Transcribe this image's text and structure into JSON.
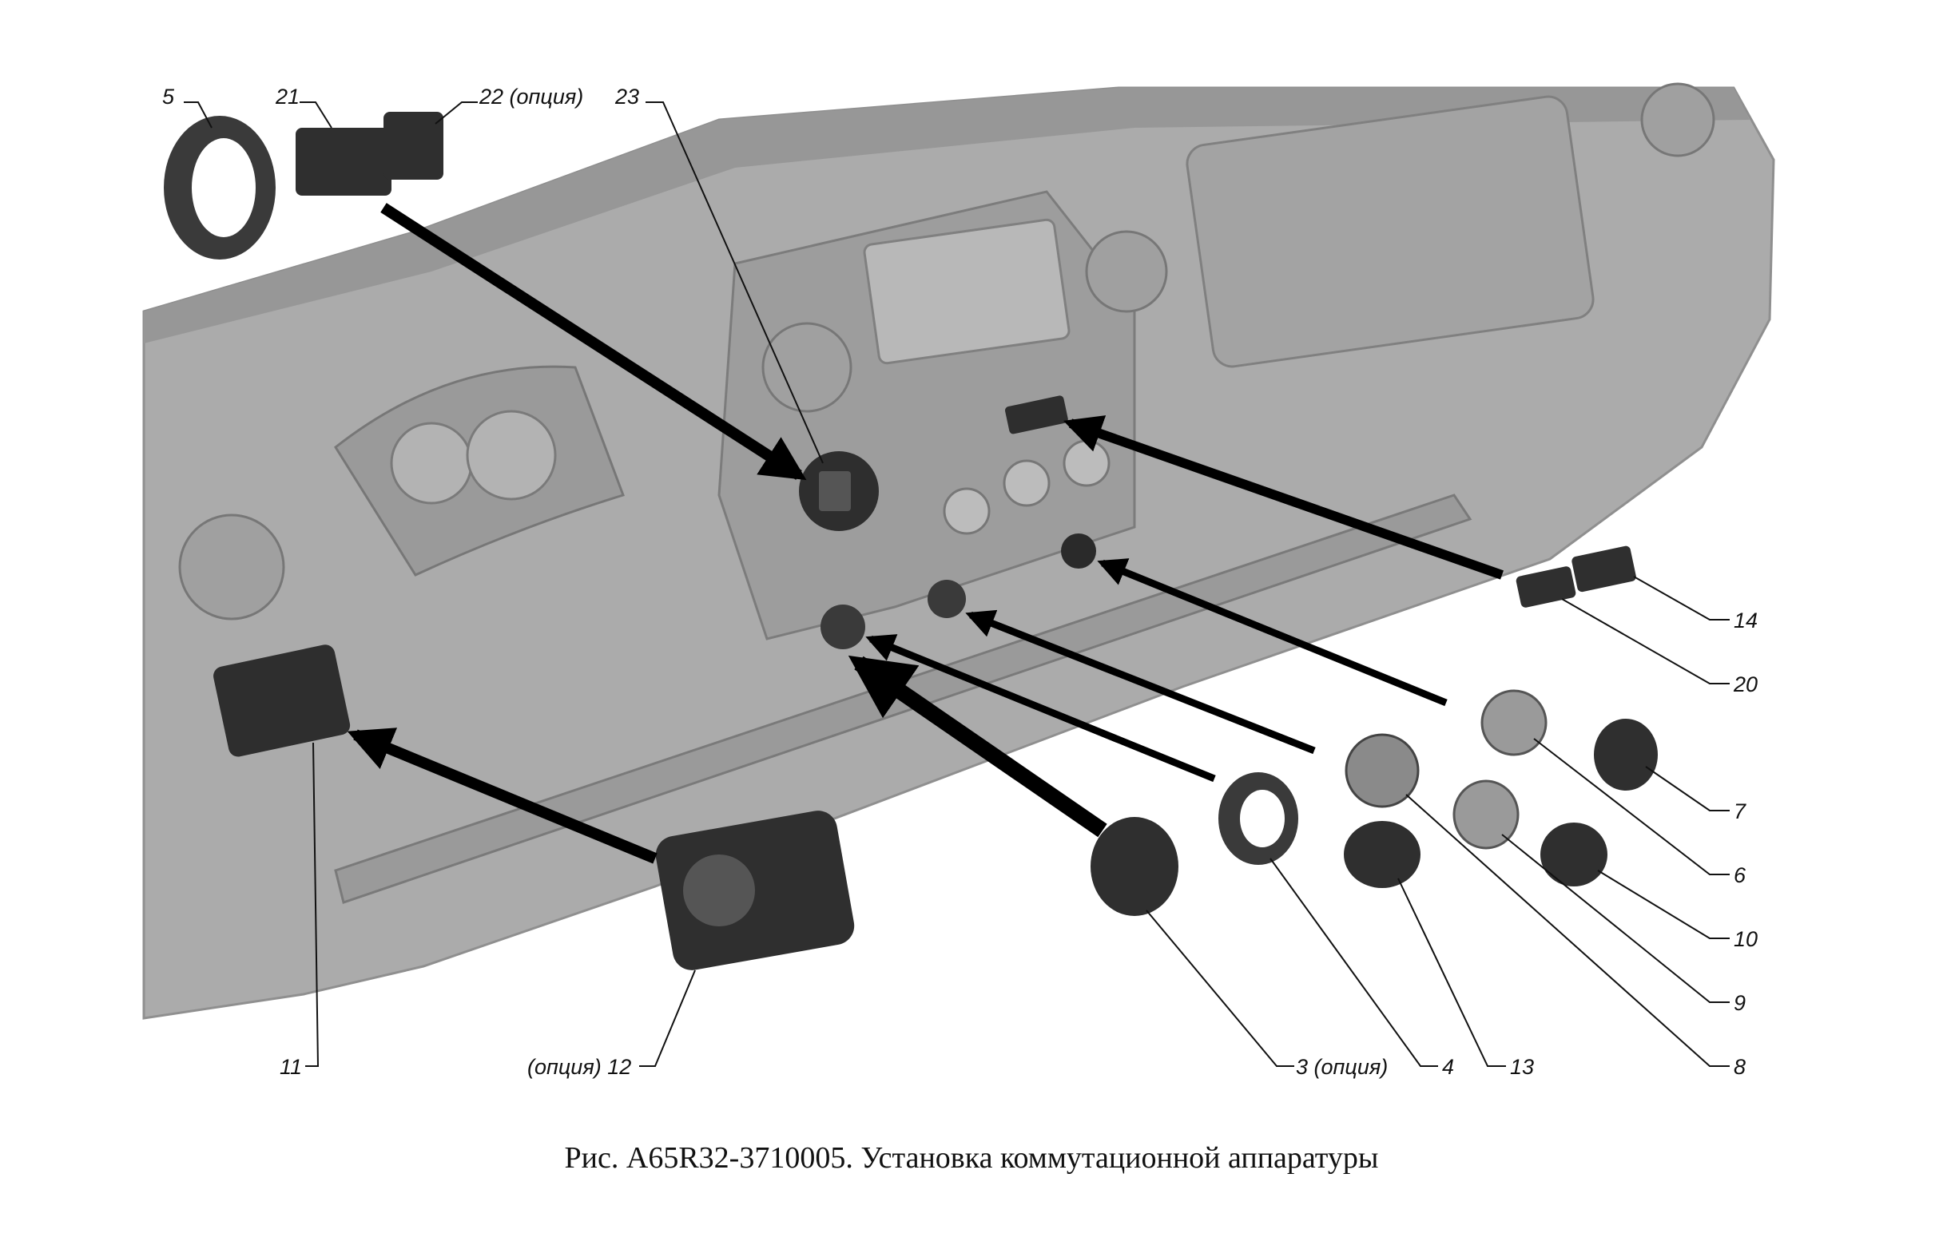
{
  "caption": "Рис. A65R32-3710005. Установка коммутационной аппаратуры",
  "callouts": [
    {
      "id": "5",
      "text": "5"
    },
    {
      "id": "21",
      "text": "21"
    },
    {
      "id": "22",
      "text": "22 (опция)"
    },
    {
      "id": "23",
      "text": "23"
    },
    {
      "id": "14",
      "text": "14"
    },
    {
      "id": "20",
      "text": "20"
    },
    {
      "id": "7",
      "text": "7"
    },
    {
      "id": "6",
      "text": "6"
    },
    {
      "id": "10",
      "text": "10"
    },
    {
      "id": "9",
      "text": "9"
    },
    {
      "id": "8",
      "text": "8"
    },
    {
      "id": "13",
      "text": "13"
    },
    {
      "id": "4",
      "text": "4"
    },
    {
      "id": "3",
      "text": "3 (опция)"
    },
    {
      "id": "12",
      "text": "(опция) 12"
    },
    {
      "id": "11",
      "text": "11"
    }
  ],
  "colors": {
    "dashboard": "#a9a9a9",
    "dashboard_dark": "#8a8a8a",
    "part": "#3a3a3a",
    "arrow": "#000000"
  }
}
